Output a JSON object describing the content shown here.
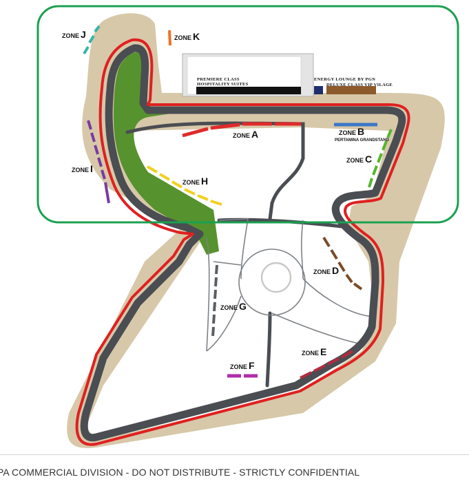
{
  "map": {
    "colors": {
      "runoff": "#d7c8a9",
      "track": "#4a4d52",
      "kerb": "#e02020",
      "grass": "#56922e",
      "highlight": "#1aa050"
    },
    "zones": {
      "a": {
        "word": "ZONE",
        "letter": "A",
        "color": "#e02a2a"
      },
      "b": {
        "word": "ZONE",
        "letter": "B",
        "color": "#3d78c7",
        "sub": "PERTAMINA GRANDSTAND"
      },
      "c": {
        "word": "ZONE",
        "letter": "C",
        "color": "#55b52f"
      },
      "d": {
        "word": "ZONE",
        "letter": "D",
        "color": "#7a4b2a"
      },
      "e": {
        "word": "ZONE",
        "letter": "E",
        "color": "#b32a3e"
      },
      "f": {
        "word": "ZONE",
        "letter": "F",
        "color": "#b02ca8"
      },
      "g": {
        "word": "ZONE",
        "letter": "G",
        "color": "#5a5d62"
      },
      "h": {
        "word": "ZONE",
        "letter": "H",
        "color": "#f2d020"
      },
      "i": {
        "word": "ZONE",
        "letter": "I",
        "color": "#7b3aa0"
      },
      "j": {
        "word": "ZONE",
        "letter": "J",
        "color": "#38b4a8"
      },
      "k": {
        "word": "ZONE",
        "letter": "K",
        "color": "#f07020"
      }
    },
    "hospitality": {
      "premiere_line1": "Premiere Class",
      "premiere_line2": "Hospitality Suites",
      "energy_lounge": "Energy Lounge by PGN",
      "deluxe": "Deluxe Class VIP Vilage"
    }
  },
  "footer": {
    "text": "PA COMMERCIAL DIVISION  -  DO NOT DISTRIBUTE  -  STRICTLY CONFIDENTIAL"
  }
}
